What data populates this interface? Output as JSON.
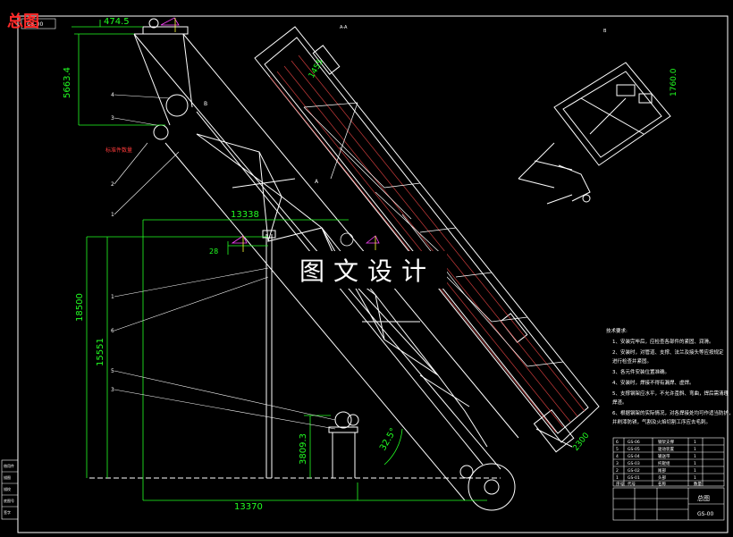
{
  "corner_label": "总图",
  "sheet_code": "GS-00",
  "overlay_title": "图文设计",
  "dimensions": {
    "top_width": "474.5",
    "left_height": "5663.4",
    "mid_width": "13338",
    "tall_height": "18500",
    "height_b": "15551",
    "base_height": "3809.3",
    "bottom_width": "13370",
    "angle": "32.5°",
    "top_view_a": "1455",
    "top_view_b": "2300",
    "right_view": "1760.0",
    "dim_28": "28"
  },
  "leader_labels": [
    "4",
    "3",
    "2",
    "1",
    "1",
    "6",
    "5",
    "3"
  ],
  "red_note": "标准件数量",
  "view_labels": {
    "main": "A-A",
    "top": "A",
    "side": "B"
  },
  "tech_req": {
    "title": "技术要求:",
    "items": [
      "1、安装完毕后，应检查各部件的紧固、润滑。",
      "2、安装时，对管道、支撑、法兰及接头等应按规定",
      "   进行检查并紧固。",
      "3、各元件安装位置准确。",
      "4、安装时，焊接不得有漏焊、虚焊。",
      "5、支撑钢架应水平，不允许歪斜、弯曲，焊后需清理",
      "   焊渣。",
      "6、根据钢架的实际情况，对各焊接处均可作适当防护，",
      "   并刷漆防锈，气割及火焰切割工序应去毛刺。"
    ]
  },
  "bom": {
    "rows": [
      [
        "6",
        "GS-06",
        "钢架支撑",
        "1"
      ],
      [
        "5",
        "GS-05",
        "驱动装置",
        "1"
      ],
      [
        "4",
        "GS-04",
        "输送带",
        "1"
      ],
      [
        "3",
        "GS-03",
        "托辊组",
        "1"
      ],
      [
        "2",
        "GS-02",
        "尾部",
        "1"
      ],
      [
        "1",
        "GS-01",
        "头部",
        "1"
      ]
    ],
    "header": [
      "序号",
      "代号",
      "名称",
      "数量"
    ]
  },
  "title_block": {
    "name": "总图",
    "code": "GS-00"
  },
  "left_margin_labels": [
    "借用件",
    "描图",
    "描校",
    "底图号",
    "签字"
  ]
}
